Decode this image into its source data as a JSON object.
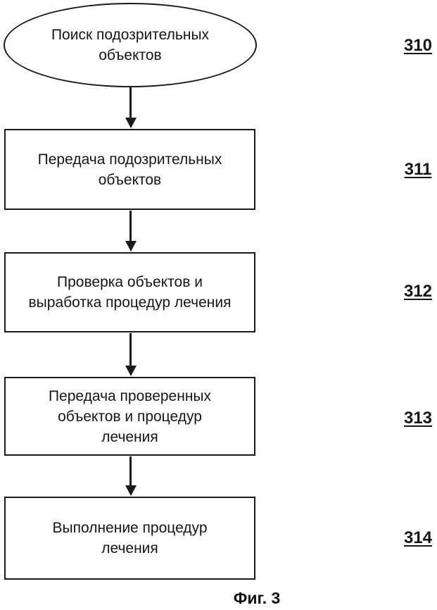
{
  "figure_caption": "Фиг. 3",
  "colors": {
    "ink": "#1a1a1a",
    "background": "#ffffff"
  },
  "nodes": [
    {
      "shape": "ellipse",
      "ref": "310",
      "label": "Поиск подозрительных\nобъектов"
    },
    {
      "shape": "process",
      "ref": "311",
      "label": "Передача подозрительных\nобъектов"
    },
    {
      "shape": "process",
      "ref": "312",
      "label": "Проверка объектов и\nвыработка процедур лечения"
    },
    {
      "shape": "process",
      "ref": "313",
      "label": "Передача проверенных\nобъектов и процедур\nлечения"
    },
    {
      "shape": "process",
      "ref": "314",
      "label": "Выполнение процедур\nлечения"
    }
  ],
  "connections": [
    {
      "from": "310",
      "to": "311"
    },
    {
      "from": "311",
      "to": "312"
    },
    {
      "from": "312",
      "to": "313"
    },
    {
      "from": "313",
      "to": "314"
    }
  ]
}
